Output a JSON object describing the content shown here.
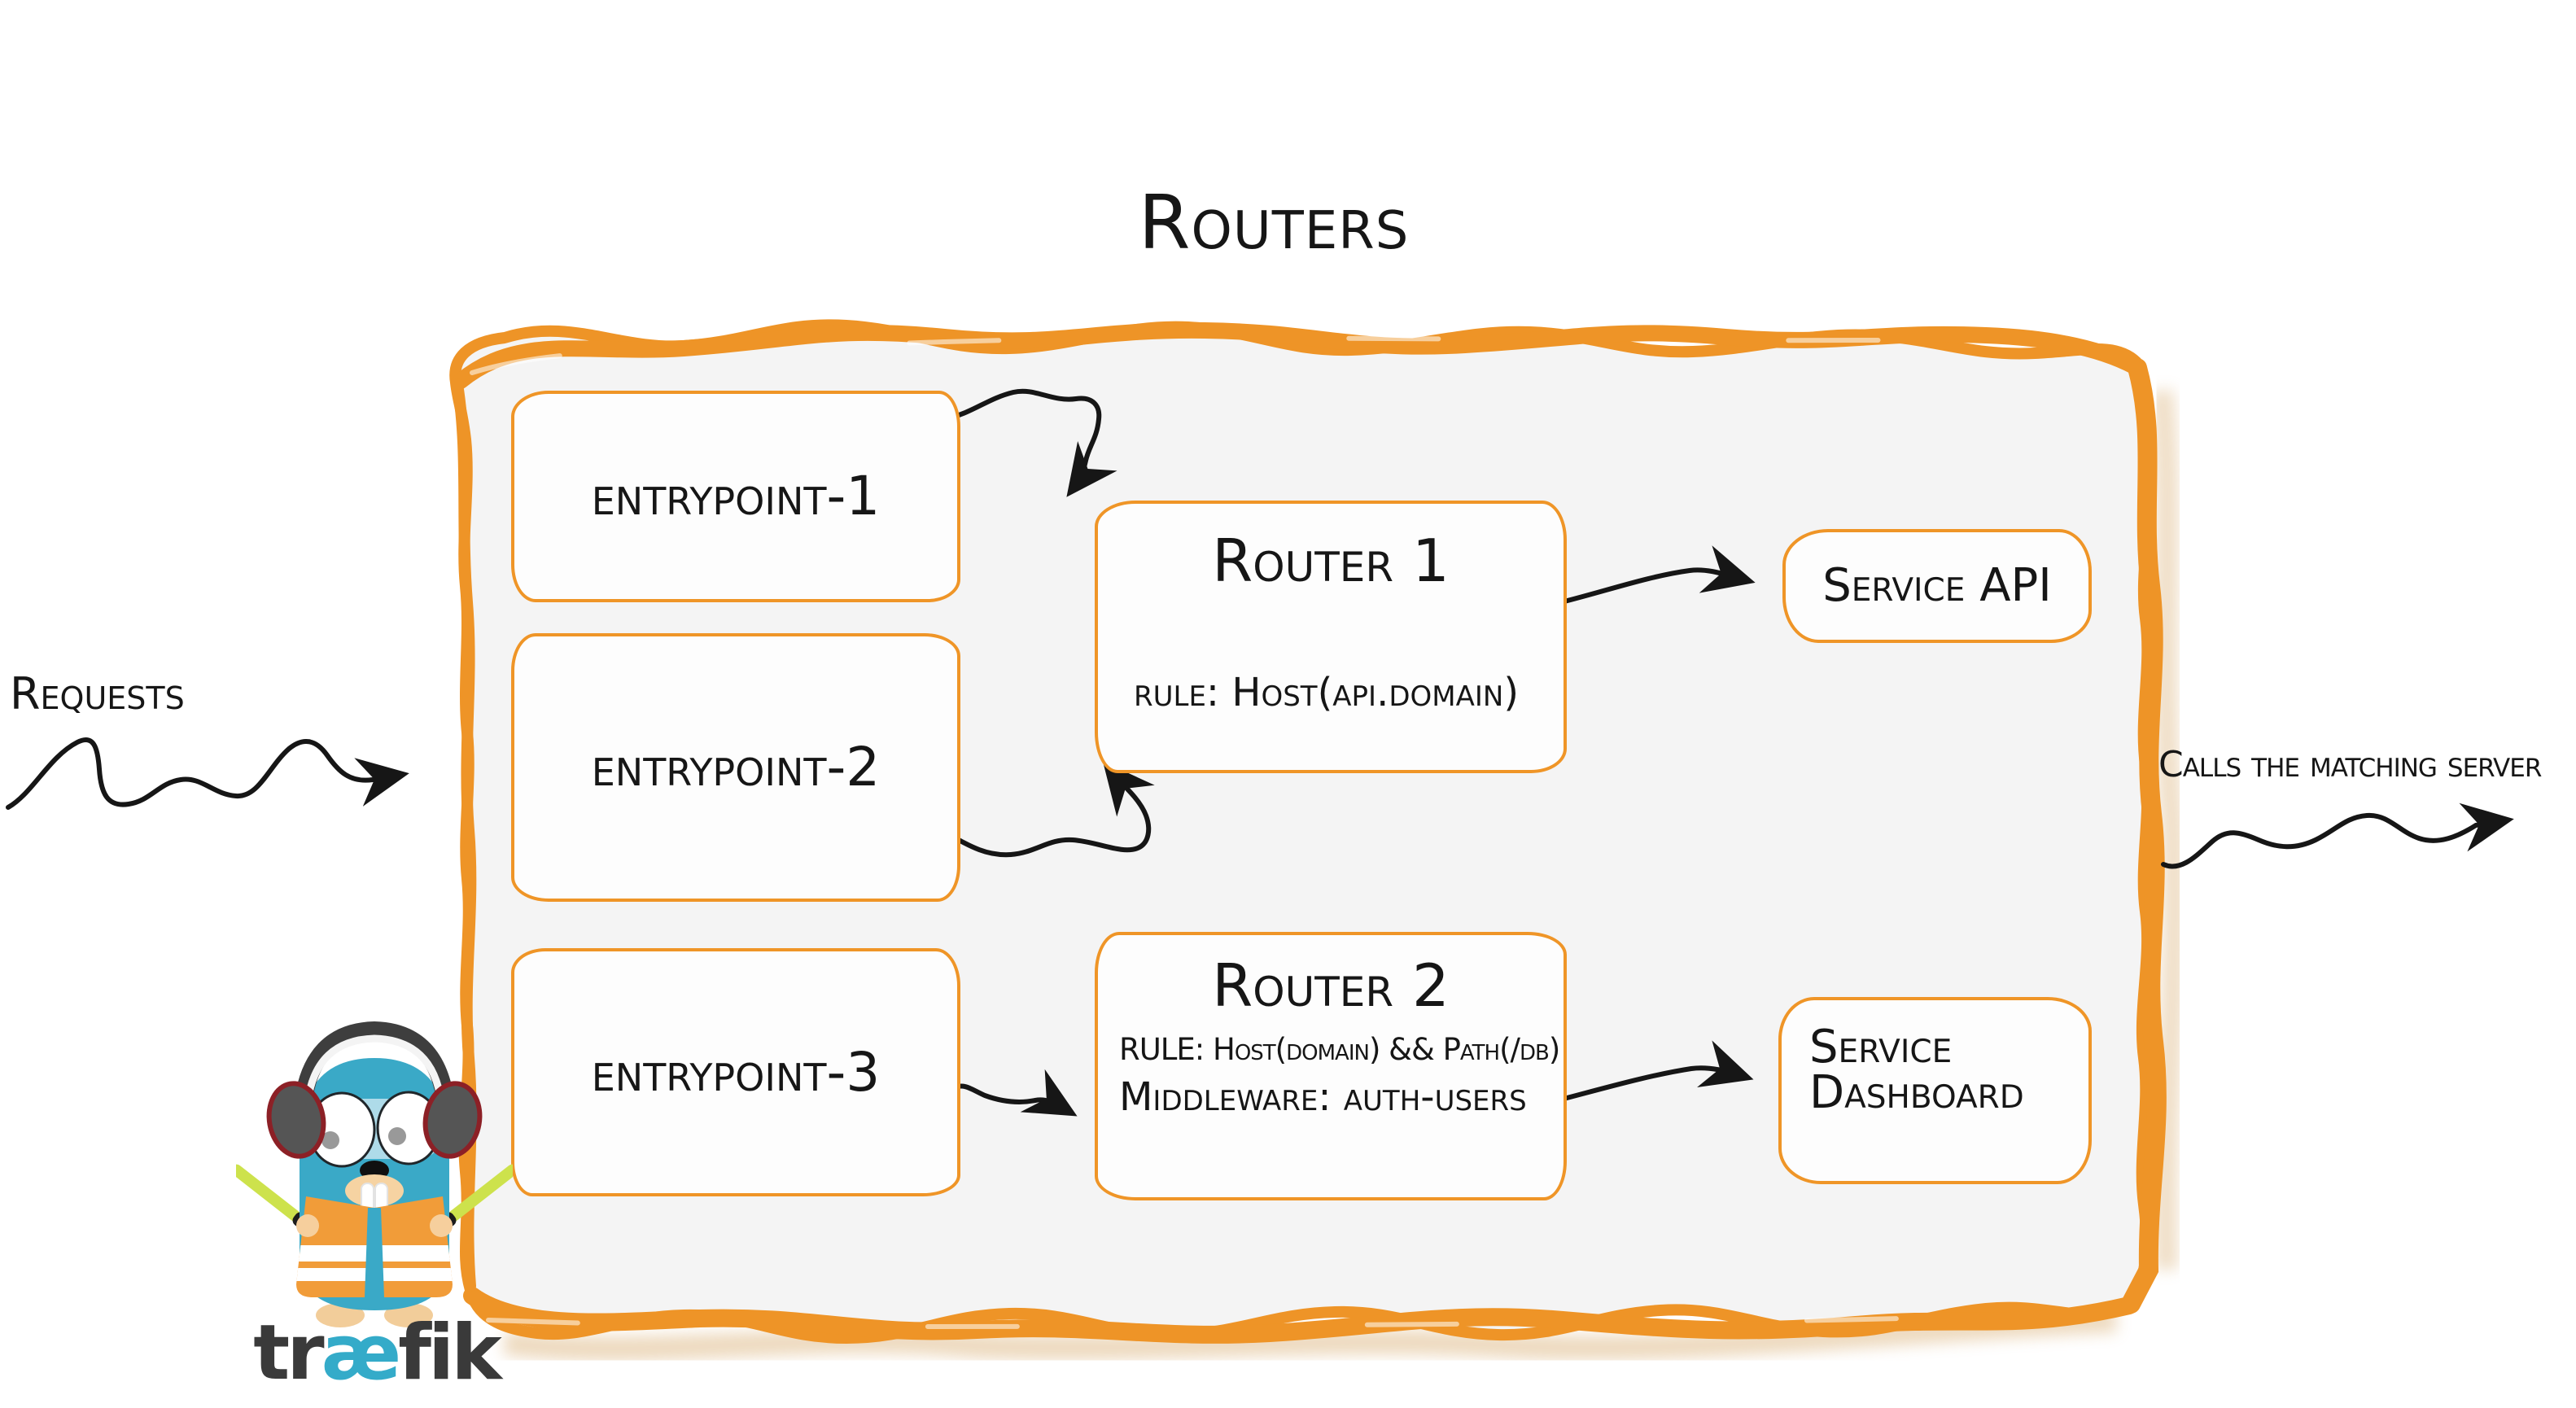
{
  "diagram": {
    "title": "Routers",
    "requests_label": "Requests",
    "calls_label": "Calls the matching server",
    "entrypoints": [
      "entrypoint-1",
      "entrypoint-2",
      "entrypoint-3"
    ],
    "routers": [
      {
        "title": "Router 1",
        "rule": "rule: Host(api.domain)"
      },
      {
        "title": "Router 2",
        "rule": "RULE: Host(domain) && Path(/db)",
        "middleware": "Middleware: auth-users"
      }
    ],
    "services": [
      "Service API",
      "Service Dashboard"
    ],
    "connections": [
      "requests → container",
      "entrypoint-1 → Router 1",
      "entrypoint-2 → Router 1",
      "entrypoint-3 → Router 2",
      "Router 1 → Service API",
      "Router 2 → Service Dashboard",
      "container → calls the matching server"
    ],
    "colors": {
      "accent_orange": "#ee9427",
      "container_fill": "#f4f4f4",
      "ink": "#161616",
      "logo_blue": "#38a8c6",
      "logo_dark": "#3a3a3a",
      "baton_green": "#cde24c"
    }
  },
  "logo": {
    "wordmark_prefix": "tr",
    "wordmark_ae": "æ",
    "wordmark_suffix": "fik"
  }
}
